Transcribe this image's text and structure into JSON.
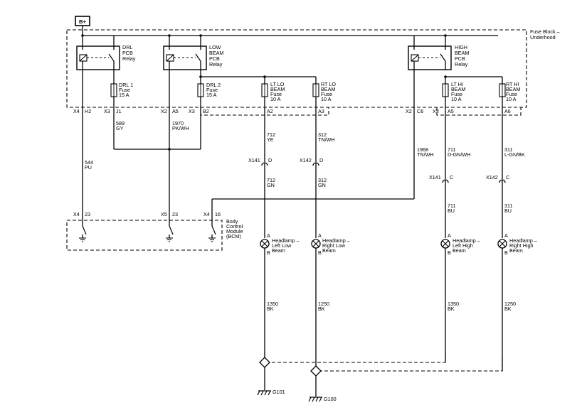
{
  "power": {
    "label": "B+"
  },
  "fuse_block": {
    "label1": "Fuse Block –",
    "label2": "Underhood"
  },
  "relays": {
    "drl": [
      "DRL",
      "PCB",
      "Relay"
    ],
    "low_beam": [
      "LOW",
      "BEAM",
      "PCB",
      "Relay"
    ],
    "high_beam": [
      "HIGH",
      "BEAM",
      "PCB",
      "Relay"
    ]
  },
  "fuses": {
    "drl1": [
      "DRL 1",
      "Fuse",
      "15 A"
    ],
    "drl2": [
      "DRL 2",
      "Fuse",
      "15 A"
    ],
    "lt_lo": [
      "LT LO",
      "BEAM",
      "Fuse",
      "10 A"
    ],
    "rt_lo": [
      "RT LO",
      "BEAM",
      "Fuse",
      "10 A"
    ],
    "lt_hi": [
      "LT HI",
      "BEAM",
      "Fuse",
      "10 A"
    ],
    "rt_hi": [
      "RT HI",
      "BEAM",
      "Fuse",
      "10 A"
    ]
  },
  "fuse_block_pins": {
    "x4": "X4",
    "h2": "H2",
    "x3a": "X3",
    "j1": "J1",
    "x2a": "X2",
    "a5a": "A5",
    "x3b": "X3",
    "b2": "B2",
    "a2": "A2",
    "a3": "A3",
    "x2b": "X2",
    "c6": "C6",
    "x3c": "X3",
    "a5b": "A5",
    "a6": "A6"
  },
  "wires": {
    "w589": [
      "589",
      "GY"
    ],
    "w1970": [
      "1970",
      "PK/WH"
    ],
    "w544": [
      "544",
      "PU"
    ],
    "w712a": [
      "712",
      "YE"
    ],
    "w312a": [
      "312",
      "TN/WH"
    ],
    "w1968": [
      "1968",
      "TN/WH"
    ],
    "w711a": [
      "711",
      "D-GN/WH"
    ],
    "w311a": [
      "311",
      "L-GN/BK"
    ],
    "w712b": [
      "712",
      "GN"
    ],
    "w312b": [
      "312",
      "GN"
    ],
    "w711b": [
      "711",
      "BU"
    ],
    "w311b": [
      "311",
      "BU"
    ],
    "w1350a": [
      "1350",
      "BK"
    ],
    "w1250a": [
      "1250",
      "BK"
    ],
    "w1350b": [
      "1350",
      "BK"
    ],
    "w1250b": [
      "1250",
      "BK"
    ]
  },
  "connectors": {
    "x141_lo": {
      "name": "X141",
      "pin": "D"
    },
    "x142_lo": {
      "name": "X142",
      "pin": "D"
    },
    "x141_hi": {
      "name": "X141",
      "pin": "C"
    },
    "x142_hi": {
      "name": "X142",
      "pin": "C"
    }
  },
  "bcm": {
    "label": [
      "Body",
      "Control",
      "Module",
      "(BCM)"
    ],
    "pins": [
      "X4",
      "23",
      "X5",
      "23",
      "X4",
      "16"
    ]
  },
  "headlamps": {
    "left_low": [
      "Headlamp –",
      "Left Low",
      "Beam"
    ],
    "right_low": [
      "Headlamp –",
      "Right Low",
      "Beam"
    ],
    "left_high": [
      "Headlamp –",
      "Left High",
      "Beam"
    ],
    "right_high": [
      "Headlamp –",
      "Right High",
      "Beam"
    ],
    "pin_a": "A",
    "pin_b": "B"
  },
  "grounds": {
    "g101": "G101",
    "g100": "G100"
  }
}
